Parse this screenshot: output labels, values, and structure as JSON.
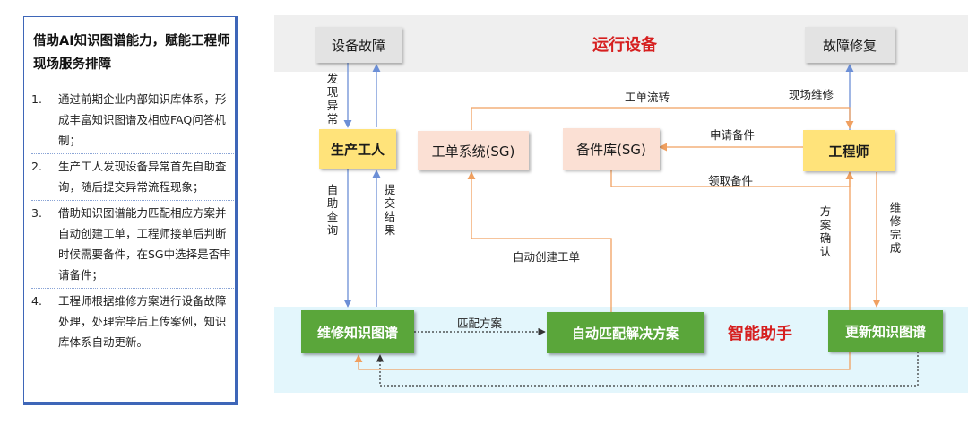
{
  "panel": {
    "title": "借助AI知识图谱能力，赋能工程师现场服务排障",
    "items": [
      {
        "num": "1.",
        "text": "通过前期企业内部知识库体系，形成丰富知识图谱及相应FAQ问答机制；"
      },
      {
        "num": "2.",
        "text": "生产工人发现设备异常首先自助查询，随后提交异常流程现象；"
      },
      {
        "num": "3.",
        "text": "借助知识图谱能力匹配相应方案并自动创建工单，工程师接单后判断时候需要备件，在SG中选择是否申请备件；"
      },
      {
        "num": "4.",
        "text": "工程师根据维修方案进行设备故障处理，处理完毕后上传案例，知识库体系自动更新。"
      }
    ]
  },
  "zones": {
    "top": "运行设备",
    "bottom": "智能助手"
  },
  "nodes": {
    "device_fault": "设备故障",
    "fault_repair": "故障修复",
    "worker": "生产工人",
    "ticket_system": "工单系统(SG)",
    "parts_store": "备件库(SG)",
    "engineer": "工程师",
    "repair_kg": "维修知识图谱",
    "auto_match": "自动匹配解决方案",
    "update_kg": "更新知识图谱"
  },
  "edges": {
    "find_abnormal": "发现异常",
    "ticket_transfer": "工单流转",
    "onsite_repair": "现场维修",
    "request_parts": "申请备件",
    "receive_parts": "领取备件",
    "self_query": "自助查询",
    "submit_result": "提交结果",
    "plan_confirm": "方案确认",
    "repair_done": "维修完成",
    "auto_create_ticket": "自动创建工单",
    "match_plan": "匹配方案"
  },
  "colors": {
    "orange": "#f0a060",
    "blue": "#6c8fd6",
    "green": "#5aa63a",
    "yellow": "#ffe37a",
    "peach": "#fbe0d4",
    "red": "#d61f1f"
  }
}
